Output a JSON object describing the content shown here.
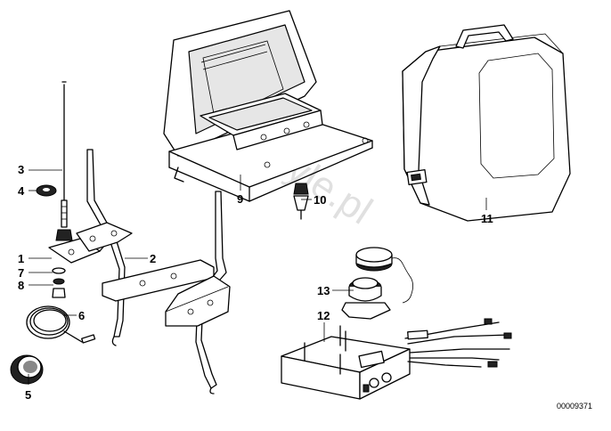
{
  "diagram": {
    "callouts": [
      {
        "id": "c1",
        "label": "1"
      },
      {
        "id": "c2",
        "label": "2"
      },
      {
        "id": "c3",
        "label": "3"
      },
      {
        "id": "c4",
        "label": "4"
      },
      {
        "id": "c5",
        "label": "5"
      },
      {
        "id": "c6",
        "label": "6"
      },
      {
        "id": "c7",
        "label": "7"
      },
      {
        "id": "c8",
        "label": "8"
      },
      {
        "id": "c9",
        "label": "9"
      },
      {
        "id": "c10",
        "label": "10"
      },
      {
        "id": "c11",
        "label": "11"
      },
      {
        "id": "c12",
        "label": "12"
      },
      {
        "id": "c13",
        "label": "13"
      }
    ],
    "doc_number": "00009371",
    "watermark": "BMWstyle.pl"
  }
}
